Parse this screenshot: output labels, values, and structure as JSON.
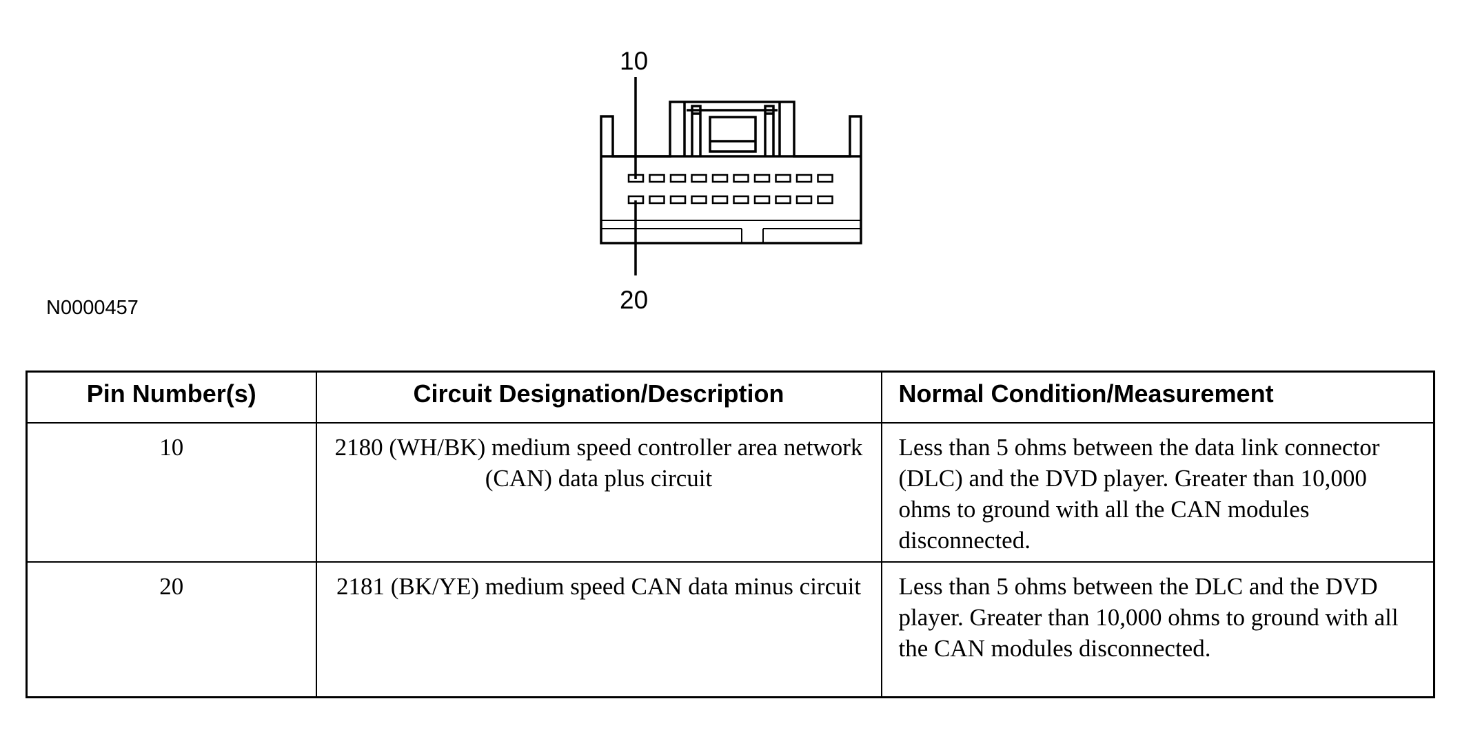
{
  "figure": {
    "id": "N0000457",
    "callout_top": "10",
    "callout_bottom": "20"
  },
  "connector": {
    "pins_per_row": 10,
    "rows": 2
  },
  "table": {
    "headers": [
      "Pin Number(s)",
      "Circuit Designation/Description",
      "Normal Condition/Measurement"
    ],
    "rows": [
      {
        "pin": "10",
        "circuit": "2180 (WH/BK) medium speed controller area network (CAN) data plus circuit",
        "measurement": "Less than 5 ohms between the data link connector (DLC) and the DVD player. Greater than 10,000 ohms to ground with all the CAN modules disconnected."
      },
      {
        "pin": "20",
        "circuit": "2181 (BK/YE) medium speed CAN data minus circuit",
        "measurement": "Less than 5 ohms between the DLC and the DVD player. Greater than 10,000 ohms to ground with all the CAN modules disconnected."
      }
    ]
  }
}
